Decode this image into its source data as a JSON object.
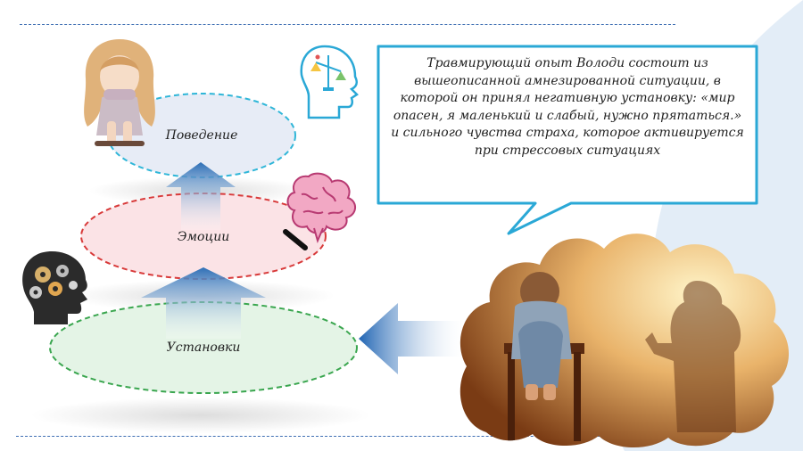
{
  "diagram": {
    "layers": [
      {
        "label": "Поведение"
      },
      {
        "label": "Эмоции"
      },
      {
        "label": "Установки"
      }
    ],
    "callout": {
      "text": "Травмирующий опыт Володи состоит из вышеописанной амнезированной ситуации, в которой он принял негативную установку: «мир опасен, я маленький и слабый, нужно прятаться.» и сильного чувства страха, которое активируется при стрессовых ситуациях"
    }
  },
  "colors": {
    "behavior": "#2fb6d8",
    "emotion": "#d83a3a",
    "attitude": "#3aa64f",
    "arrow": "#2d6fb6",
    "callout_border": "#2aa8d6"
  },
  "icons": [
    "crying-girl-icon",
    "brain-icon",
    "gears-head-icon",
    "scales-head-icon",
    "child-scene-photo"
  ]
}
